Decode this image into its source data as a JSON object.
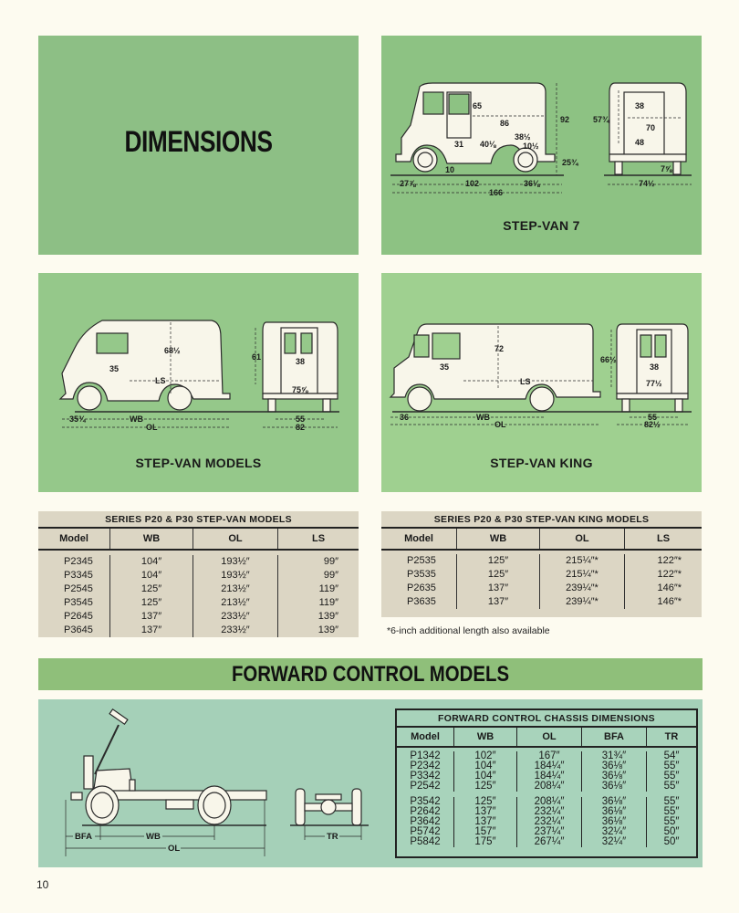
{
  "page": {
    "title": "DIMENSIONS",
    "page_number": "10",
    "colors": {
      "paper": "#fdfbf0",
      "panel_green": "#8dbf85",
      "banner_green": "#8fbf7a",
      "forward_panel": "#a5d0b8",
      "table_bg": "#dcd6c4"
    }
  },
  "diagrams": {
    "step_van_7": {
      "caption": "STEP-VAN 7",
      "side": {
        "height_interior": "65",
        "body_length": "86",
        "total_height": "92",
        "shelf_length": "38½",
        "shelf_height": "10½",
        "door_width": "31",
        "floor_segment": "40⅛",
        "ground_clearance": "10",
        "floor_height": "25¾",
        "front_overhang": "27⅞",
        "wheelbase": "102",
        "rear_overhang": "36⅛",
        "overall_length": "166"
      },
      "rear": {
        "door_width": "38",
        "inner_width": "70",
        "lower_width": "48",
        "interior_height": "57¾",
        "clearance": "7⅝",
        "overall_width": "74½"
      }
    },
    "step_van_models": {
      "caption": "STEP-VAN MODELS",
      "side": {
        "interior_height": "68½",
        "door_width": "35",
        "load_space": "LS",
        "front_overhang": "35¾",
        "wheelbase": "WB",
        "overall_length": "OL"
      },
      "rear": {
        "interior_height": "61",
        "door_width": "38",
        "inner_width": "75⅝",
        "tread": "55",
        "overall_width": "82"
      }
    },
    "step_van_king": {
      "caption": "STEP-VAN KING",
      "side": {
        "interior_height": "72",
        "door_width": "35",
        "load_space": "LS",
        "front_overhang": "36",
        "wheelbase": "WB",
        "overall_length": "OL"
      },
      "rear": {
        "interior_height": "66½",
        "door_width": "38",
        "inner_width": "77½",
        "tread": "55",
        "overall_width": "82½"
      }
    },
    "forward_control": {
      "labels": {
        "bfa": "BFA",
        "wb": "WB",
        "ol": "OL",
        "tr": "TR"
      }
    }
  },
  "step_van_table": {
    "title": "SERIES P20 & P30 STEP-VAN MODELS",
    "columns": [
      "Model",
      "WB",
      "OL",
      "LS"
    ],
    "rows": [
      [
        "P2345",
        "104″",
        "193½″",
        "99″"
      ],
      [
        "P3345",
        "104″",
        "193½″",
        "99″"
      ],
      [
        "P2545",
        "125″",
        "213½″",
        "119″"
      ],
      [
        "P3545",
        "125″",
        "213½″",
        "119″"
      ],
      [
        "P2645",
        "137″",
        "233½″",
        "139″"
      ],
      [
        "P3645",
        "137″",
        "233½″",
        "139″"
      ]
    ]
  },
  "king_table": {
    "title": "SERIES P20 & P30 STEP-VAN KING MODELS",
    "columns": [
      "Model",
      "WB",
      "OL",
      "LS"
    ],
    "rows": [
      [
        "P2535",
        "125″",
        "215¼″*",
        "122″*"
      ],
      [
        "P3535",
        "125″",
        "215¼″*",
        "122″*"
      ],
      [
        "P2635",
        "137″",
        "239¼″*",
        "146″*"
      ],
      [
        "P3635",
        "137″",
        "239¼″*",
        "146″*"
      ]
    ],
    "footnote": "*6-inch additional length also available"
  },
  "forward_section": {
    "banner": "FORWARD CONTROL MODELS"
  },
  "forward_table": {
    "title": "FORWARD CONTROL CHASSIS DIMENSIONS",
    "columns": [
      "Model",
      "WB",
      "OL",
      "BFA",
      "TR"
    ],
    "groups": [
      [
        [
          "P1342",
          "102″",
          "167″",
          "31¾″",
          "54″"
        ],
        [
          "P2342",
          "104″",
          "184¼″",
          "36⅛″",
          "55″"
        ],
        [
          "P3342",
          "104″",
          "184¼″",
          "36⅛″",
          "55″"
        ],
        [
          "P2542",
          "125″",
          "208¼″",
          "36⅛″",
          "55″"
        ]
      ],
      [
        [
          "P3542",
          "125″",
          "208¼″",
          "36⅛″",
          "55″"
        ],
        [
          "P2642",
          "137″",
          "232¼″",
          "36⅛″",
          "55″"
        ],
        [
          "P3642",
          "137″",
          "232¼″",
          "36⅛″",
          "55″"
        ],
        [
          "P5742",
          "157″",
          "237¼″",
          "32¼″",
          "50″"
        ],
        [
          "P5842",
          "175″",
          "267¼″",
          "32¼″",
          "50″"
        ]
      ]
    ]
  }
}
